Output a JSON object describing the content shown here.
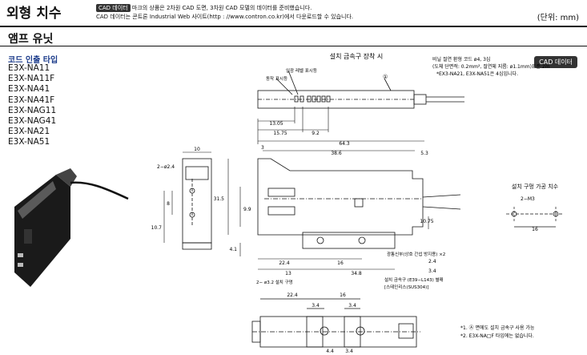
{
  "header": {
    "title": "외형 치수",
    "cad_badge": "CAD 데이터",
    "note_line1": "마크의 상품은 2차원 CAD 도면, 3차원 CAD 모델의 데이터를 준비했습니다.",
    "note_line2": "CAD 데이터는 콘트론 Industrial Web 사이트(http : //www.contron.co.kr)에서 다운로드할 수 있습니다.",
    "unit": "(단위: mm)"
  },
  "section": {
    "title": "앰프 유닛"
  },
  "models": {
    "title": "코드 인출 타입",
    "items": [
      "E3X-NA11",
      "E3X-NA11F",
      "E3X-NA41",
      "E3X-NA41F",
      "E3X-NAG11",
      "E3X-NAG41",
      "E3X-NA21",
      "E3X-NA51"
    ]
  },
  "cad_button": "CAD 데이터",
  "drawing": {
    "mount_title": "설치 금속구 장착 시",
    "label_operation_indicator": "입광 레벨 표시등",
    "label_power_indicator": "동작 표시등",
    "label_circle1": "①",
    "cable_note1": "비닐 절연 환형 코드 ø4, 3심",
    "cable_note2": "(도체 단면적: 0.2mm², 절연체 지름: ø1.1mm)표준 2m",
    "cable_note3": "*EX3-NA21, E3X-NA51은 4심입니다.",
    "hole_title": "설치 구멍 가공 치수",
    "hole_m3": "2−M3",
    "dim_16_hole": "16",
    "dims_top": [
      "13.05",
      "15.75",
      "9.2"
    ],
    "dim_64_3": "64.3",
    "dim_3": "3",
    "dim_38_6": "38.6",
    "dim_5_3": "5.3",
    "dim_10": "10",
    "dim_2_4": "2−ø2.4",
    "dim_8": "8",
    "dim_10_7": "10.7",
    "dim_31_5": "31.5",
    "dim_9_9": "9.9",
    "dim_10_75": "10.75",
    "dim_4_1": "4.1",
    "dim_22_4": "22.4",
    "dim_16": "16",
    "dim_13": "13",
    "dim_34_8": "34.8",
    "dim_2_4b": "2.4",
    "dim_3_4": "3.4",
    "label_hole": "2− ø3.2 설치 구멍",
    "label_bracket1": "설치 금속구 (E39−L143) 별매",
    "label_bracket2": "[스테인리스(SUS304)]",
    "label_hooks": "광통신부(상호 간섭 방지용) ×2",
    "bottom_dims": [
      "22.4",
      "16",
      "3.4",
      "3.4"
    ],
    "bottom_dims2": [
      "4.4",
      "3.4"
    ],
    "footnote1": "*1. Ⓐ 면에도 설치 금속구 사용 가능",
    "footnote2": "*2. E3X-NA□F 타입에는 없습니다."
  }
}
